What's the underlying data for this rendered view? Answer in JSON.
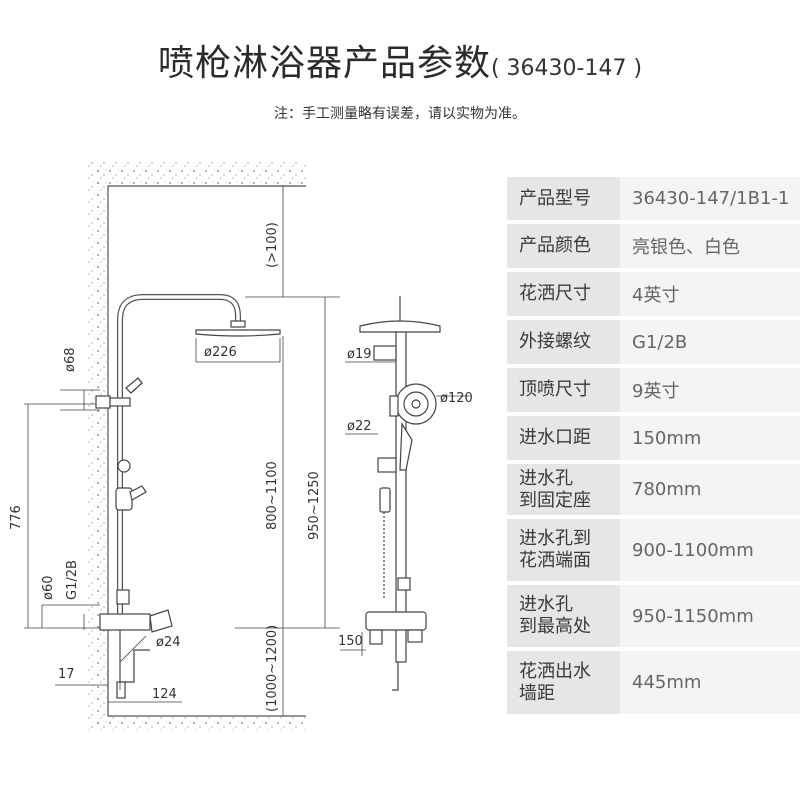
{
  "title": "喷枪淋浴器产品参数",
  "model_paren": "( 36430-147 )",
  "note": "注：手工测量略有误差，请以实物为准。",
  "dims_front": {
    "gt100": "(>100)",
    "d226": "ø226",
    "d68": "ø68",
    "h800": "800~1100",
    "h950": "950~1250",
    "h776": "776",
    "d60": "ø60",
    "g12b": "G1/2B",
    "d24": "ø24",
    "h1000": "(1000~1200)",
    "w17": "17",
    "w124": "124"
  },
  "dims_side": {
    "d19": "ø19",
    "d120": "ø120",
    "d22": "ø22",
    "w150": "150"
  },
  "specs": [
    {
      "key": [
        "产品型号"
      ],
      "value": "36430-147/1B1-1"
    },
    {
      "key": [
        "产品颜色"
      ],
      "value": "亮银色、白色"
    },
    {
      "key": [
        "花洒尺寸"
      ],
      "value": "4英寸"
    },
    {
      "key": [
        "外接螺纹"
      ],
      "value": "G1/2B"
    },
    {
      "key": [
        "顶喷尺寸"
      ],
      "value": "9英寸"
    },
    {
      "key": [
        "进水口距"
      ],
      "value": "150mm"
    },
    {
      "key": [
        "进水孔",
        "到固定座"
      ],
      "value": "780mm"
    },
    {
      "key": [
        "进水孔到",
        "花洒端面"
      ],
      "value": "900-1100mm"
    },
    {
      "key": [
        "进水孔",
        "到最高处"
      ],
      "value": "950-1150mm"
    },
    {
      "key": [
        "花洒出水",
        "墙距"
      ],
      "value": "445mm"
    }
  ]
}
